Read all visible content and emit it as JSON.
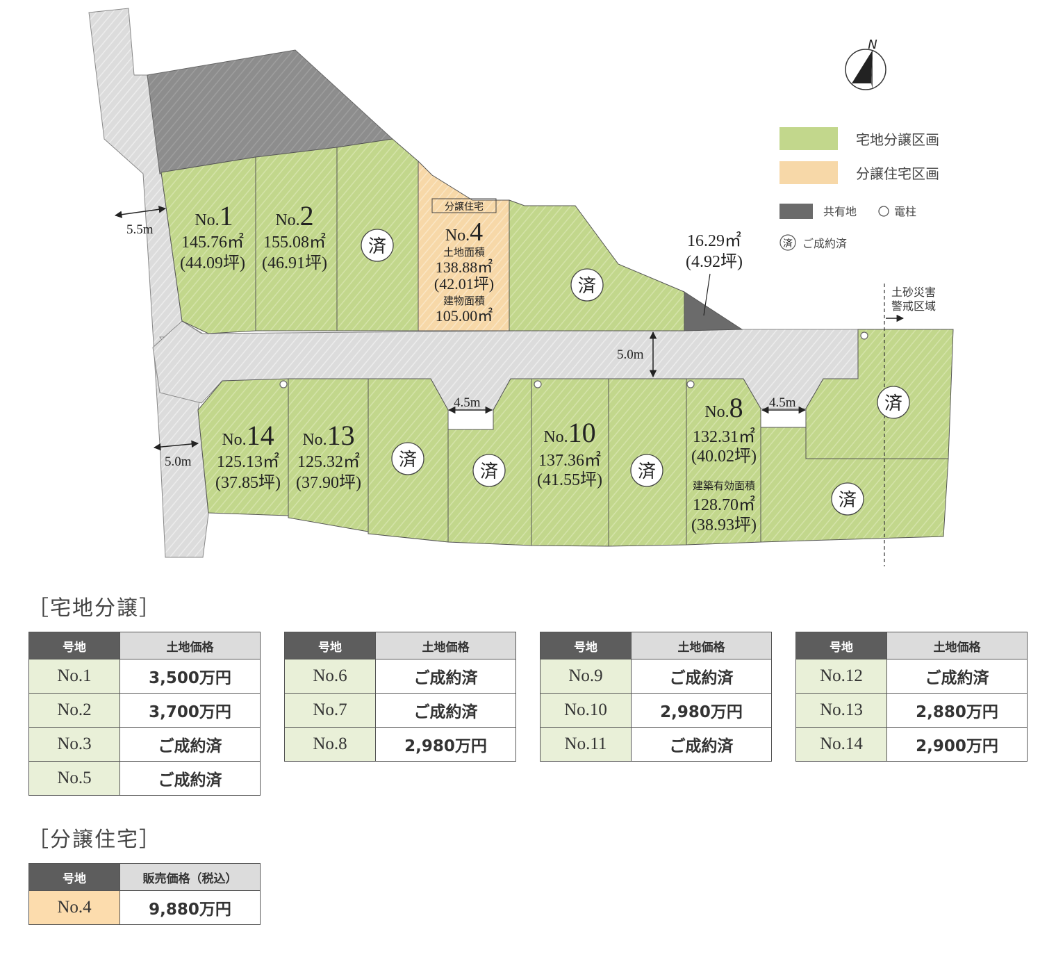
{
  "legend": {
    "residential_lot": "宅地分譲区画",
    "house_lot": "分譲住宅区画",
    "common_land": "共有地",
    "utility_pole": "電柱",
    "sold_mark": "済",
    "sold_label": "ご成約済",
    "north": "N",
    "colors": {
      "residential": "#c2d78c",
      "house": "#f7d8a8",
      "common": "#6b6b6b",
      "road": "#d9d9d9"
    }
  },
  "map": {
    "sold_mark": "済",
    "lots": [
      {
        "id": "lot1",
        "prefix": "No.",
        "num": "1",
        "area": "145.76㎡",
        "tsubo": "(44.09坪)"
      },
      {
        "id": "lot2",
        "prefix": "No.",
        "num": "2",
        "area": "155.08㎡",
        "tsubo": "(46.91坪)"
      },
      {
        "id": "lot4",
        "tag": "分譲住宅",
        "prefix": "No.",
        "num": "4",
        "land_label": "土地面積",
        "area": "138.88㎡",
        "tsubo": "(42.01坪)",
        "building_label": "建物面積",
        "building_area": "105.00㎡"
      },
      {
        "id": "lot8",
        "prefix": "No.",
        "num": "8",
        "area": "132.31㎡",
        "tsubo": "(40.02坪)",
        "effective_label": "建築有効面積",
        "effective_area": "128.70㎡",
        "effective_tsubo": "(38.93坪)"
      },
      {
        "id": "lot10",
        "prefix": "No.",
        "num": "10",
        "area": "137.36㎡",
        "tsubo": "(41.55坪)"
      },
      {
        "id": "lot13",
        "prefix": "No.",
        "num": "13",
        "area": "125.32㎡",
        "tsubo": "(37.90坪)"
      },
      {
        "id": "lot14",
        "prefix": "No.",
        "num": "14",
        "area": "125.13㎡",
        "tsubo": "(37.85坪)"
      }
    ],
    "common": {
      "area": "16.29㎡",
      "tsubo": "(4.92坪)"
    },
    "dims": {
      "road_w1": "5.5m",
      "road_w2": "5.0m",
      "road_w3": "5.0m",
      "notch1": "4.5m",
      "notch2": "4.5m"
    },
    "hazard": {
      "line1": "土砂災害",
      "line2": "警戒区域"
    }
  },
  "sections": {
    "residential": "［宅地分譲］",
    "house": "［分譲住宅］"
  },
  "table_headers": {
    "lot": "号地",
    "land_price": "土地価格",
    "sale_price": "販売価格（税込）"
  },
  "residential_tables": [
    [
      {
        "no": "No.1",
        "price": "3,500万円"
      },
      {
        "no": "No.2",
        "price": "3,700万円"
      },
      {
        "no": "No.3",
        "price": "ご成約済"
      },
      {
        "no": "No.5",
        "price": "ご成約済"
      }
    ],
    [
      {
        "no": "No.6",
        "price": "ご成約済"
      },
      {
        "no": "No.7",
        "price": "ご成約済"
      },
      {
        "no": "No.8",
        "price": "2,980万円"
      }
    ],
    [
      {
        "no": "No.9",
        "price": "ご成約済"
      },
      {
        "no": "No.10",
        "price": "2,980万円"
      },
      {
        "no": "No.11",
        "price": "ご成約済"
      }
    ],
    [
      {
        "no": "No.12",
        "price": "ご成約済"
      },
      {
        "no": "No.13",
        "price": "2,880万円"
      },
      {
        "no": "No.14",
        "price": "2,900万円"
      }
    ]
  ],
  "house_table": [
    {
      "no": "No.4",
      "price": "9,880万円"
    }
  ]
}
